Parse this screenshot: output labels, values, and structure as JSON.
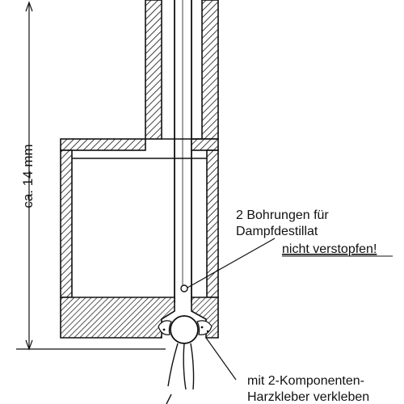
{
  "dimension": {
    "label": "ca. 14 mm"
  },
  "annotations": {
    "bores_line1": "2 Bohrungen für",
    "bores_line2": "Dampfdestillat",
    "bores_line3": "nicht verstopfen!",
    "glue_line1": "mit 2-Komponenten-",
    "glue_line2": "Harzkleber verkleben"
  },
  "colors": {
    "ink": "#111111",
    "paper": "#ffffff"
  }
}
